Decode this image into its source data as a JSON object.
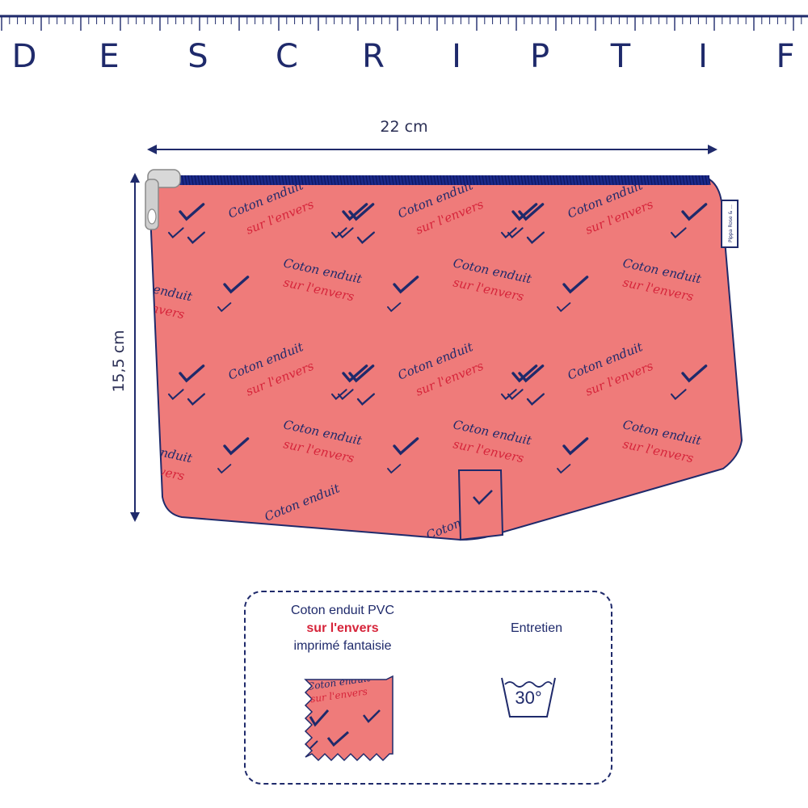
{
  "header": {
    "title_letters": [
      "D",
      "E",
      "S",
      "C",
      "R",
      "I",
      "P",
      "T",
      "I",
      "F"
    ]
  },
  "diagram": {
    "width_label": "22 cm",
    "height_label": "15,5 cm",
    "print_line1": "Coton enduit",
    "print_line2": "sur l'envers",
    "tag_text": "Pippa Rose & ...",
    "colors": {
      "fabric": "#ef7b7a",
      "navy": "#1f2a6b",
      "red_text": "#d6243a",
      "zipper": "#1b2a8a",
      "pull": "#cccccc"
    },
    "icons": [
      "zipper-pull-icon",
      "bird-icon",
      "check-mark-icon"
    ]
  },
  "info": {
    "fabric_line1": "Coton enduit  PVC",
    "fabric_line2": "sur l'envers",
    "fabric_line3": "imprimé fantaisie",
    "care_title": "Entretien",
    "wash_temp": "30°",
    "icons": [
      "fabric-swatch-icon",
      "wash-tub-icon"
    ]
  }
}
